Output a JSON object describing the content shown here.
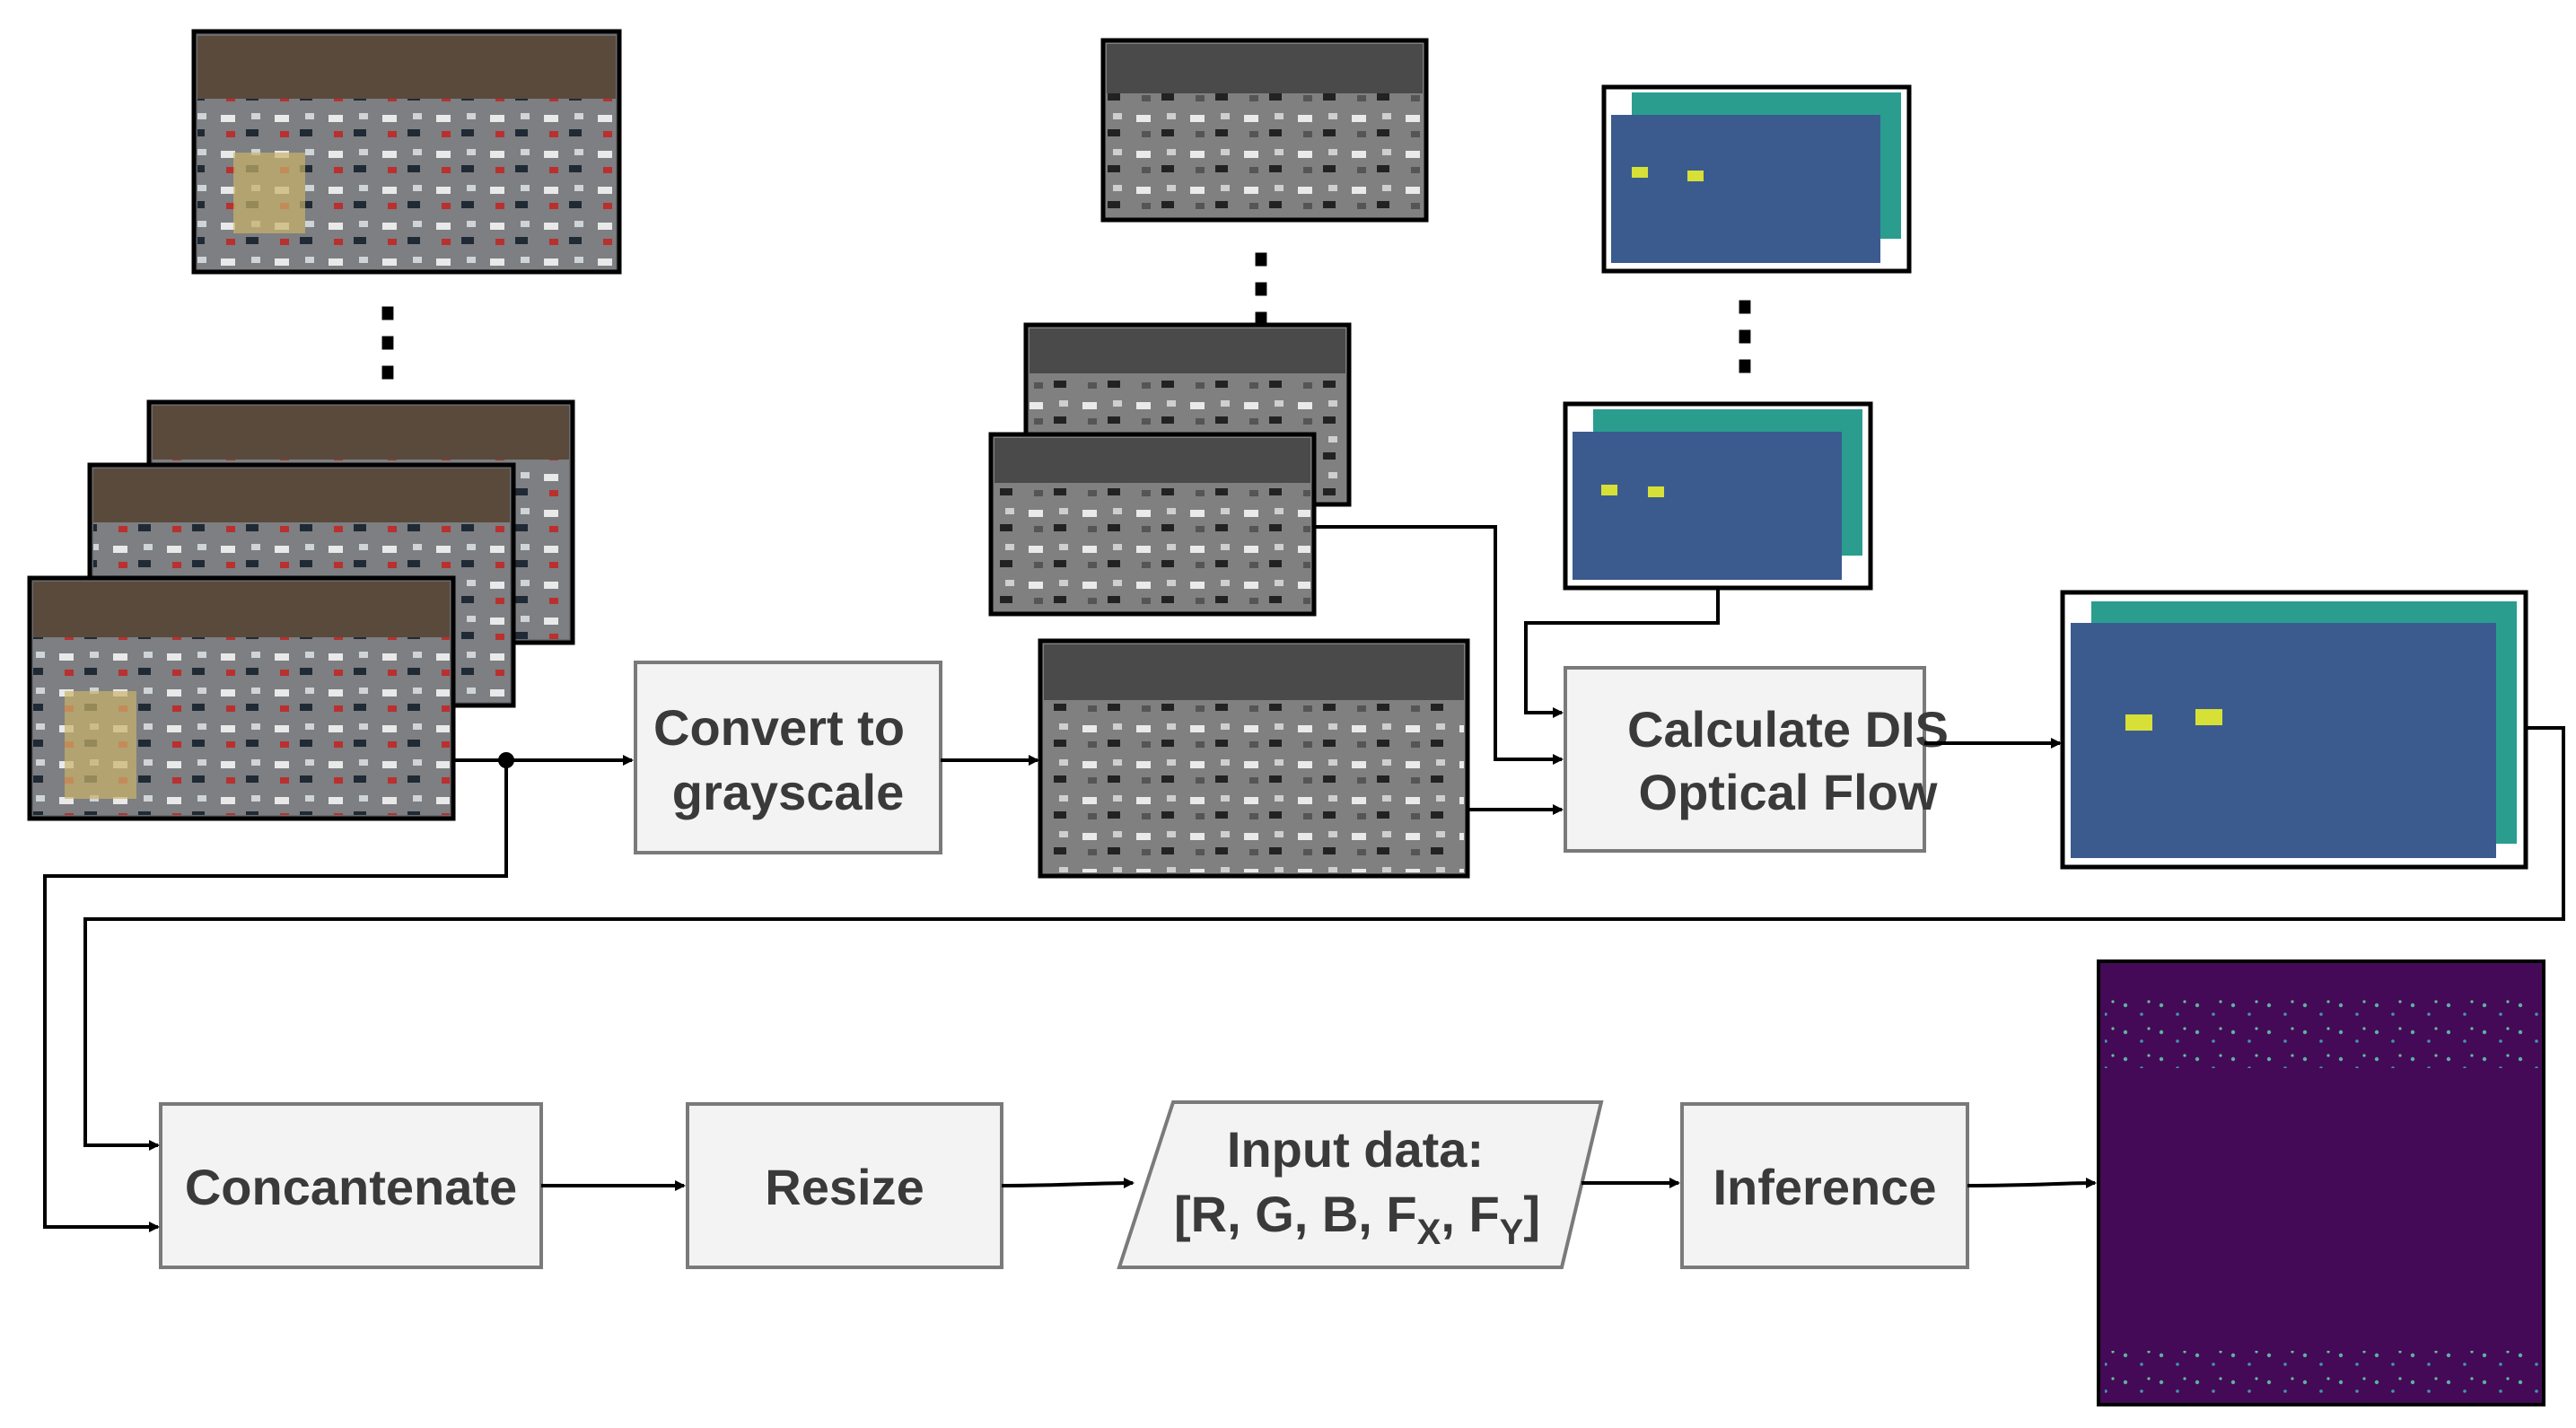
{
  "steps": {
    "grayscale": {
      "line1": "Convert to",
      "line2": "grayscale"
    },
    "optical_flow": {
      "line1": "Calculate DIS",
      "line2": "Optical Flow"
    },
    "concatenate": {
      "label": "Concantenate"
    },
    "resize": {
      "label": "Resize"
    },
    "input_data": {
      "line1": "Input data:",
      "line2_prefix": "[R, G, B, F",
      "sub_x": "X",
      "sep": ", F",
      "sub_y": "Y",
      "close": "]"
    },
    "inference": {
      "label": "Inference"
    }
  },
  "ellipsis": "⋮",
  "colors": {
    "box_fill": "#f3f3f3",
    "box_stroke": "#7a7a7a",
    "text": "#3a3a3a",
    "flow_dark": "#3b5b8f",
    "flow_teal": "#2a9d8f",
    "output_purple": "#440a57"
  }
}
